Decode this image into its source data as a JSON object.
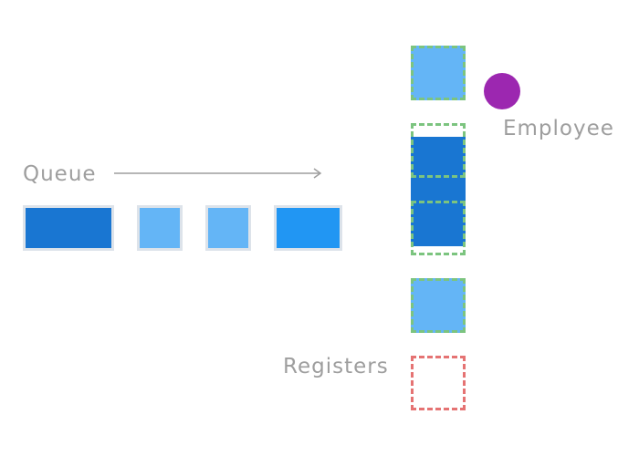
{
  "labels": {
    "queue": "Queue",
    "employee": "Employee",
    "registers": "Registers"
  },
  "colors": {
    "customer_dark": "#1976d2",
    "customer_light": "#64b5f6",
    "customer_medium": "#2196f3",
    "register_active_border": "#7cc47f",
    "register_empty_border": "#e57373",
    "employee": "#9c27b0",
    "label_text": "#9e9e9e",
    "arrow": "#9e9e9e"
  }
}
